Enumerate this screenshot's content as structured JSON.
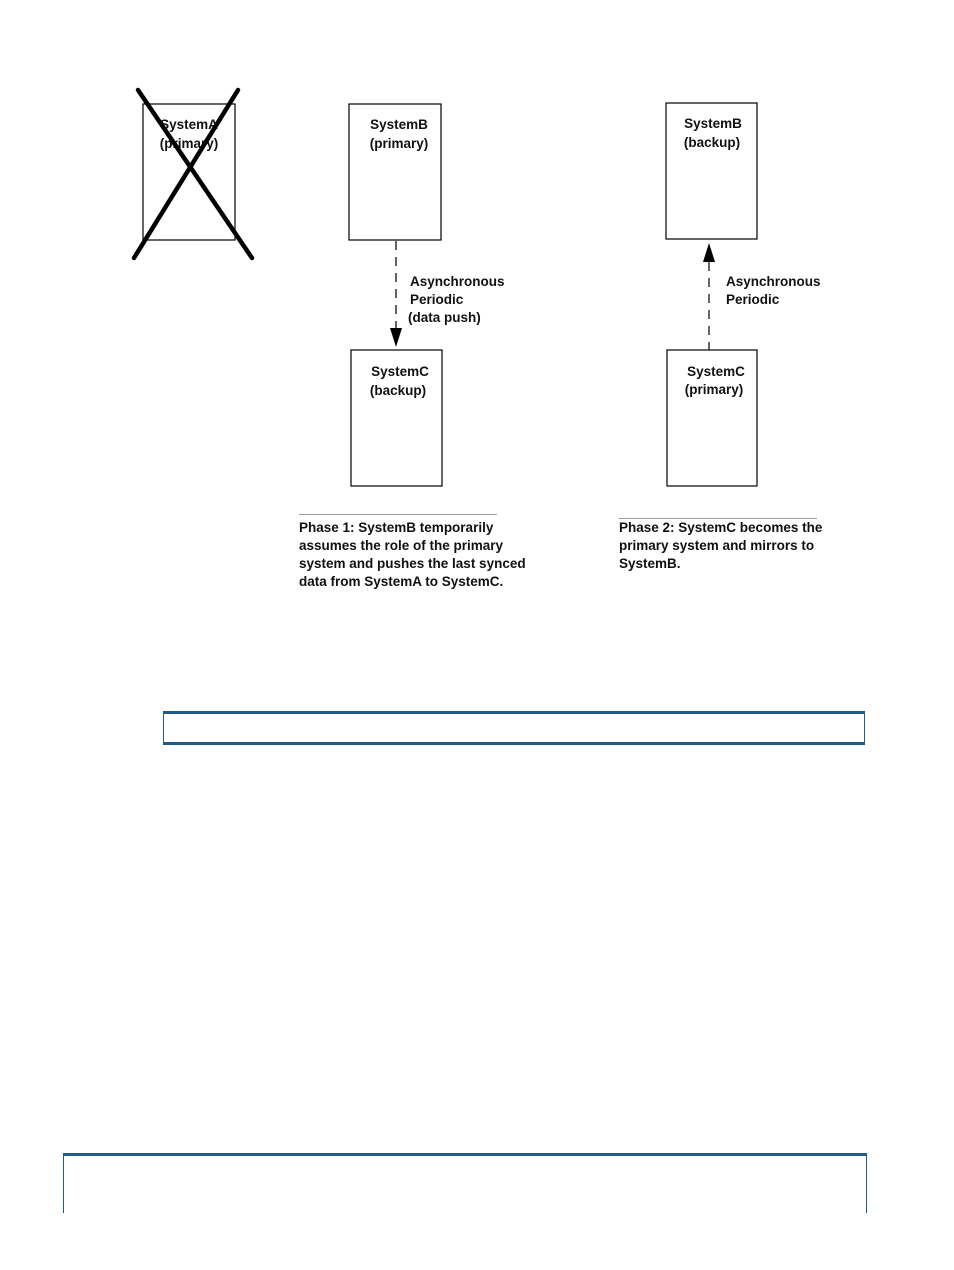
{
  "colors": {
    "accent_blue": "#1f5c8b",
    "line": "#000000"
  },
  "nodes": {
    "system_a": {
      "name": "SystemA",
      "role": "(primary)",
      "state": "failed"
    },
    "phase1_top": {
      "name": "SystemB",
      "role": "(primary)"
    },
    "phase1_bottom": {
      "name": "SystemC",
      "role": "(backup)"
    },
    "phase2_top": {
      "name": "SystemB",
      "role": "(backup)"
    },
    "phase2_bottom": {
      "name": "SystemC",
      "role": "(primary)"
    }
  },
  "edges": {
    "phase1": {
      "direction": "down",
      "lines": [
        "Asynchronous",
        "Periodic",
        "(data push)"
      ]
    },
    "phase2": {
      "direction": "up",
      "lines": [
        "Asynchronous",
        "Periodic"
      ]
    }
  },
  "captions": {
    "phase1": [
      "Phase 1: SystemB temporarily",
      "assumes the role of the primary",
      "system and pushes the last synced",
      "data from SystemA to SystemC."
    ],
    "phase2": [
      "Phase 2: SystemC becomes the",
      "primary system and mirrors to",
      "SystemB."
    ]
  },
  "icons": {
    "failed_marker": "cross-icon",
    "arrow_down": "arrow-down-icon",
    "arrow_up": "arrow-up-icon"
  }
}
